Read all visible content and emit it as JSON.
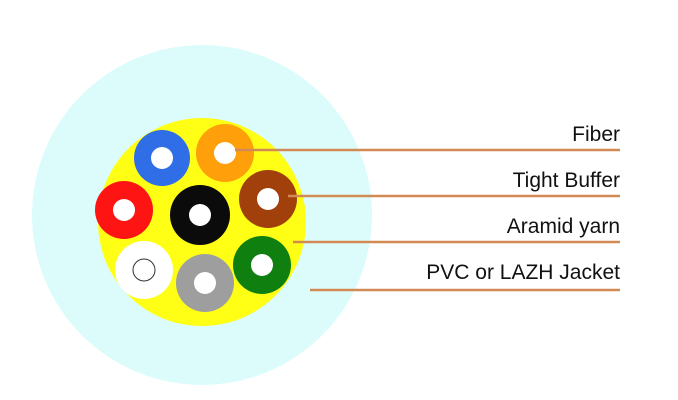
{
  "diagram": {
    "colors": {
      "jacket": "#dcfcfc",
      "aramid": "#ffff16",
      "leader": "#d28a55",
      "fiber_core": "#ffffff"
    },
    "tight_buffers": [
      {
        "name": "blue",
        "color": "#2f6ee6"
      },
      {
        "name": "orange",
        "color": "#ff9f0a"
      },
      {
        "name": "red",
        "color": "#ff1414"
      },
      {
        "name": "black",
        "color": "#0b0b0b"
      },
      {
        "name": "brown",
        "color": "#a2400c"
      },
      {
        "name": "white",
        "color": "#ffffff"
      },
      {
        "name": "gray",
        "color": "#9e9e9e"
      },
      {
        "name": "green",
        "color": "#0f800f"
      }
    ],
    "labels": {
      "fiber": "Fiber",
      "tight_buffer": "Tight Buffer",
      "aramid_yarn": "Aramid yarn",
      "jacket": "PVC or LAZH Jacket"
    }
  }
}
